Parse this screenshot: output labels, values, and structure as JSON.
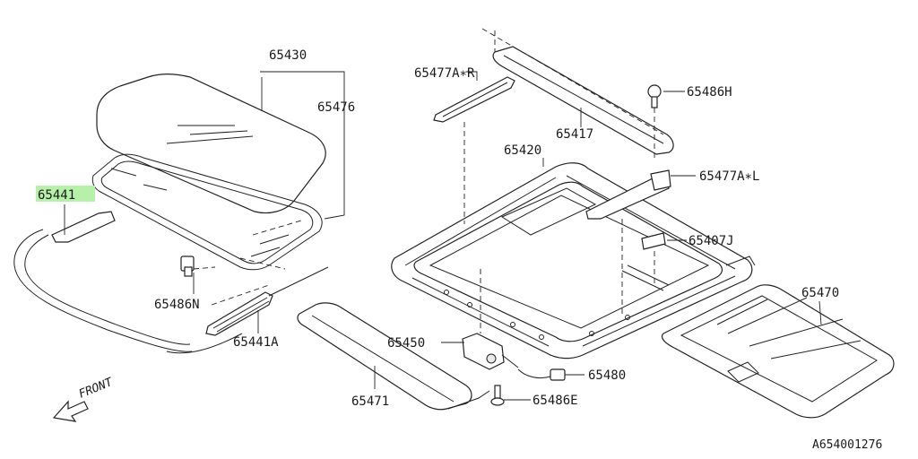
{
  "diagram": {
    "labels": {
      "p65430": "65430",
      "p65476": "65476",
      "p65441": "65441",
      "p65486N": "65486N",
      "p65441A": "65441A",
      "p65477AR": "65477A∗R",
      "p65420": "65420",
      "p65417": "65417",
      "p65486H": "65486H",
      "p65477AL": "65477A∗L",
      "p65407J": "65407J",
      "p65470": "65470",
      "p65450": "65450",
      "p65480": "65480",
      "p65471": "65471",
      "p65486E": "65486E"
    },
    "front_label": "FRONT",
    "figure_id": "A654001276",
    "highlight_color": "#b7f0a8"
  }
}
